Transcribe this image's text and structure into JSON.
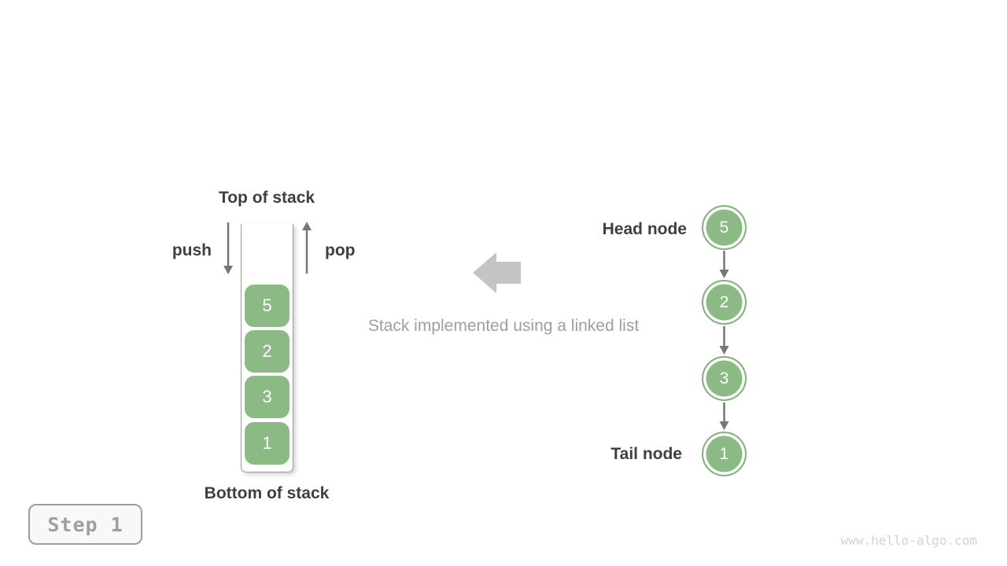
{
  "labels": {
    "top_of_stack": "Top of stack",
    "bottom_of_stack": "Bottom of stack",
    "push": "push",
    "pop": "pop",
    "head_node": "Head node",
    "tail_node": "Tail node"
  },
  "caption": "Stack implemented using a linked list",
  "stack": {
    "items": [
      "5",
      "2",
      "3",
      "1"
    ]
  },
  "linked_list": {
    "items": [
      "5",
      "2",
      "3",
      "1"
    ]
  },
  "step_badge": "Step 1",
  "watermark": "www.hello-algo.com",
  "colors": {
    "node_green": "#8cba85",
    "arrow_gray": "#757575",
    "block_arrow_gray": "#c4c4c4",
    "muted_text": "#9e9e9e",
    "dark_text": "#3c4043"
  }
}
